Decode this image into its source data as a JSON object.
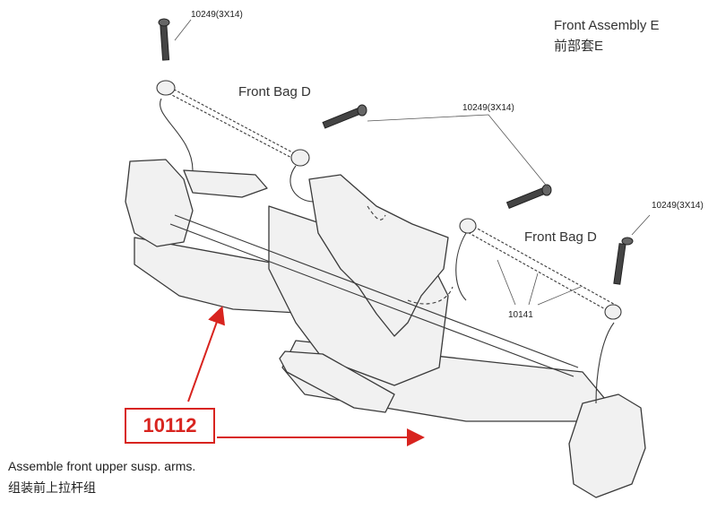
{
  "labels": {
    "front_assembly_en": "Front Assembly E",
    "front_assembly_cn": "前部套E",
    "front_bag_d_top": "Front Bag D",
    "front_bag_d_right": "Front Bag D",
    "screw_code_top": "10249(3X14)",
    "screw_code_middle": "10249(3X14)",
    "screw_code_right": "10249(3X14)",
    "link_code": "10141"
  },
  "callout": {
    "part_number": "10112",
    "color": "#d8241f"
  },
  "caption": {
    "en": "Assemble front upper susp. arms.",
    "cn": "组装前上拉杆组"
  },
  "colors": {
    "line": "#3a3a3a",
    "part_fill": "#f1f1f1",
    "accent": "#d8241f"
  }
}
